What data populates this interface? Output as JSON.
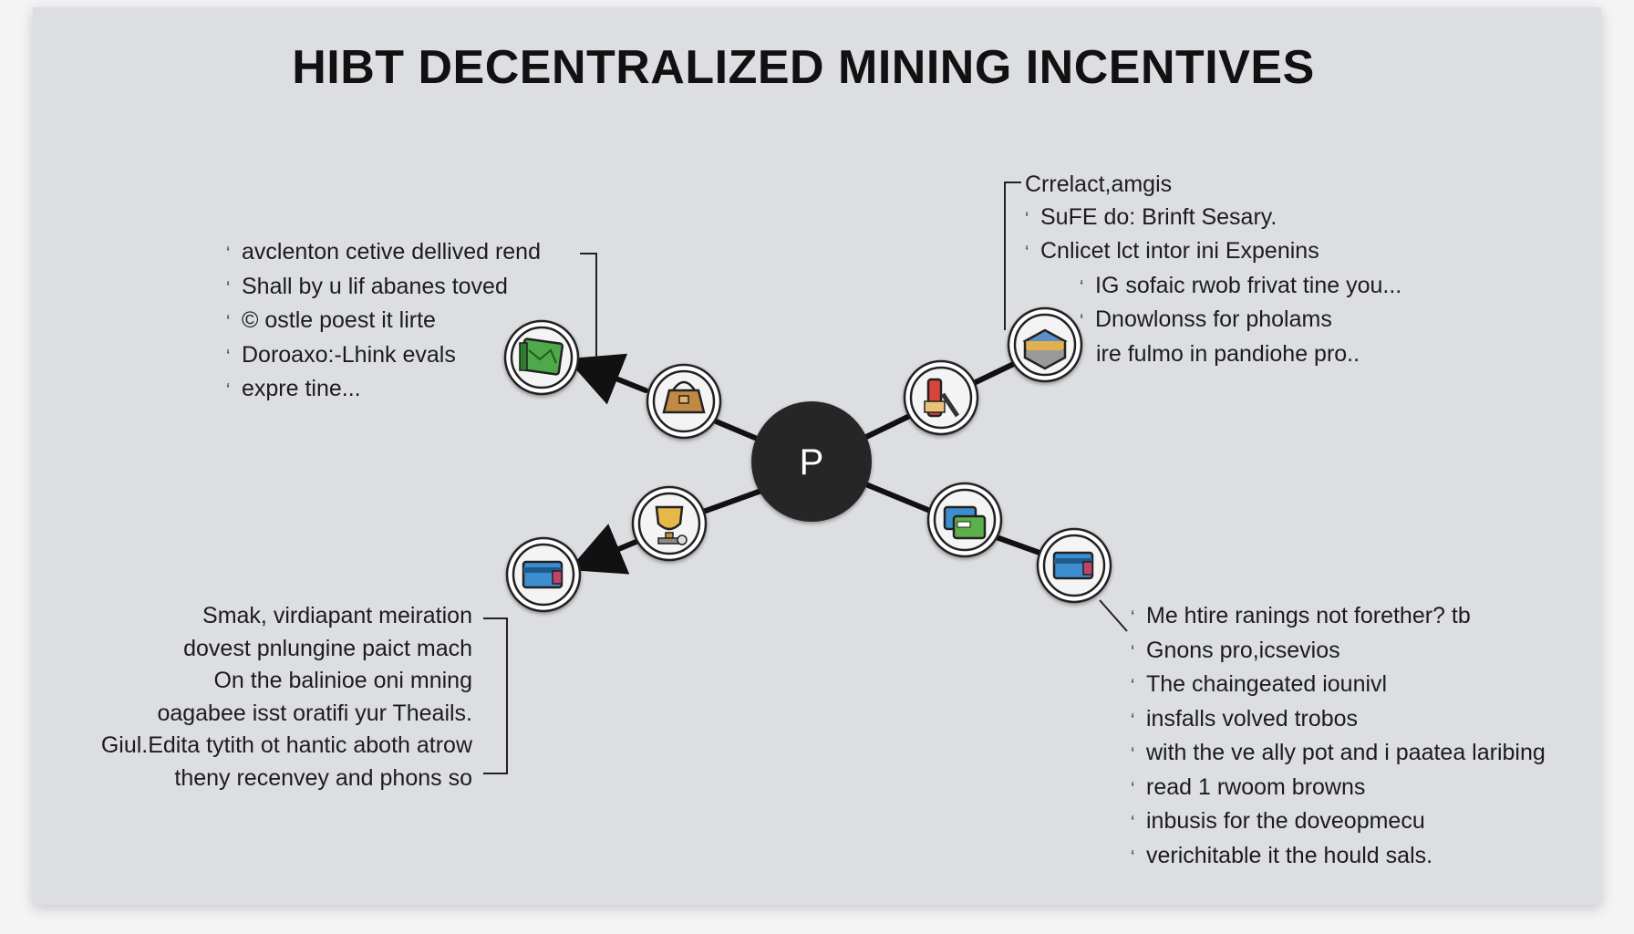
{
  "title": "HIBT DECENTRALIZED MINING INCENTIVES",
  "center_node": {
    "label": "P",
    "color": "#262626"
  },
  "colors": {
    "panel": "#dcdee1",
    "arrow": "#111111",
    "node_ring": "#ffffff"
  },
  "nodes": [
    {
      "name": "bag-node",
      "icon": "bag-icon"
    },
    {
      "name": "map-node",
      "icon": "map-icon"
    },
    {
      "name": "trophy-node",
      "icon": "trophy-icon"
    },
    {
      "name": "card-node-left",
      "icon": "card-icon"
    },
    {
      "name": "tools-node",
      "icon": "tools-icon"
    },
    {
      "name": "stack-node",
      "icon": "stack-icon"
    },
    {
      "name": "cards-node",
      "icon": "cards-icon"
    },
    {
      "name": "card-node-right",
      "icon": "card-icon"
    }
  ],
  "blocks": {
    "top_left": [
      "avclenton cetive dellived rend",
      "Shall by u lif abanes toved",
      "© ostle poest it lirte",
      "Doroaxo:-Lhink evals",
      "expre tine..."
    ],
    "top_right": [
      "Crrelact,amgis",
      "SuFE do: Brinft Sesary.",
      "Cnlicet lct intor ini Expenins",
      "IG sofaic rwob frivat tine you...",
      "Dnowlonss for pholams",
      "ire fulmo in pandiohe pro.."
    ],
    "bottom_left": [
      "Smak, virdiapant meiration",
      "dovest pnlungine paict mach",
      "On the balinioe oni mning",
      "oagabee isst oratifi yur Theails.",
      "Giul.Edita tytith ot hantic aboth atrow",
      "theny recenvey and phons so"
    ],
    "bottom_right": [
      "Me htire ranings not forether? tb",
      "Gnons pro,icsevios",
      "The chaingeated iounivl",
      "insfalls volved trobos",
      "with the ve ally pot and i paatea laribing",
      "read 1 rwoom browns",
      "inbusis for the doveopmecu",
      "verichitable it the hould sals."
    ]
  }
}
